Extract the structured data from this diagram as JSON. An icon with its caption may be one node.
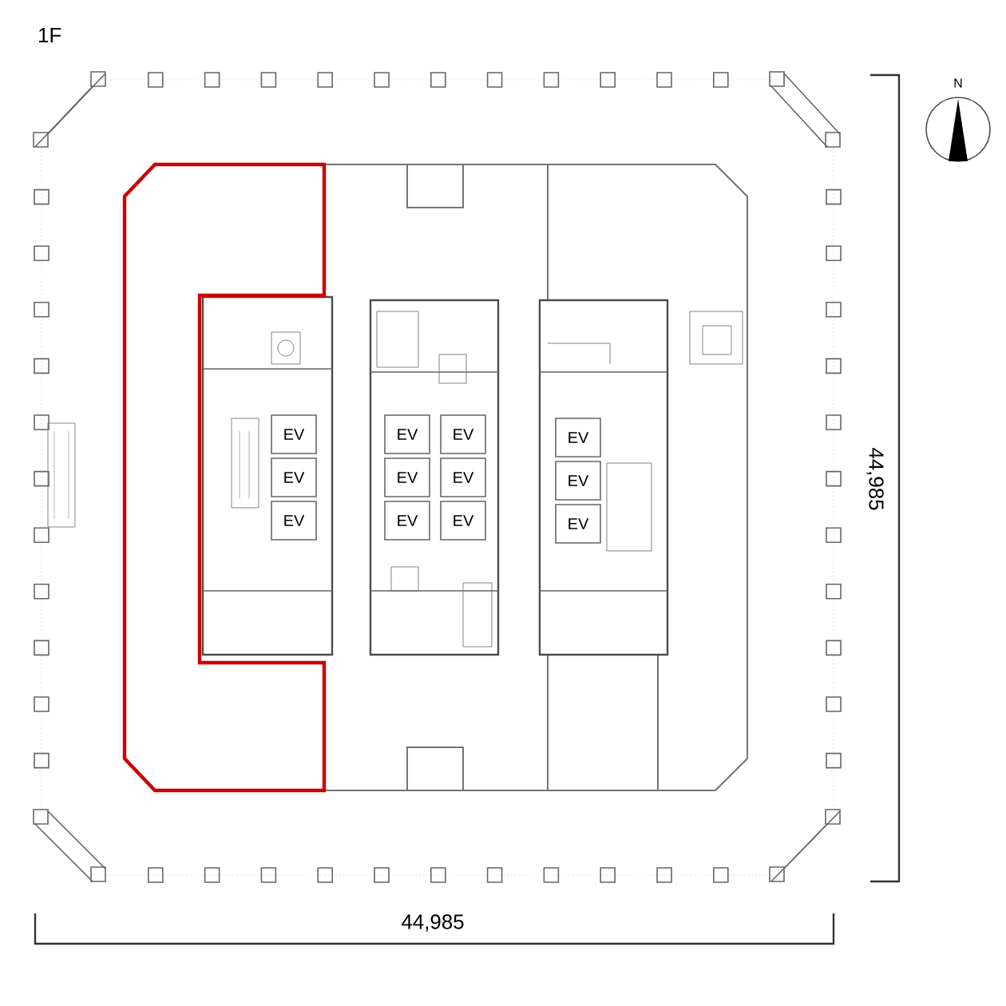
{
  "diagram": {
    "title": "1F",
    "nodes": [
      {
        "text": [
          "EV"
        ]
      },
      {
        "text": [
          "EV"
        ]
      },
      {
        "text": [
          "EV"
        ]
      },
      {
        "text": [
          "EV"
        ]
      },
      {
        "text": [
          "EV"
        ]
      },
      {
        "text": [
          "EV"
        ]
      },
      {
        "text": [
          "EV"
        ]
      },
      {
        "text": [
          "EV"
        ]
      },
      {
        "text": [
          "EV"
        ]
      },
      {
        "text": [
          "EV"
        ]
      },
      {
        "text": [
          "EV"
        ]
      },
      {
        "text": [
          "EV"
        ]
      }
    ],
    "labels": [
      "N",
      "44,985",
      "44,985"
    ]
  }
}
